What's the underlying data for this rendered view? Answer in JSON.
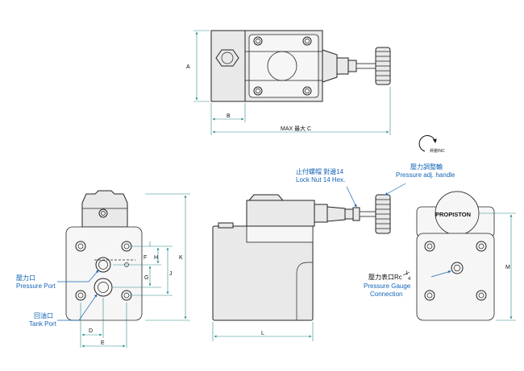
{
  "dimensions": {
    "A": "A",
    "B": "B",
    "max_c": "MAX 最大 C",
    "D": "D",
    "E": "E",
    "F": "F",
    "G": "G",
    "H": "H",
    "J": "J",
    "K": "K",
    "L": "L",
    "M": "M"
  },
  "labels": {
    "pressure_port_cn": "壓力口",
    "pressure_port_en": "Pressure Port",
    "tank_port_cn": "回油口",
    "tank_port_en": "Tank Port",
    "lock_nut_cn": "止付螺帽 對邊14",
    "lock_nut_en": "Lock Nut 14 Hex.",
    "adj_handle_cn": "壓力調整輪",
    "adj_handle_en": "Pressure adj. handle",
    "gauge_cn": "壓力表口Rc",
    "gauge_frac_num": "1",
    "gauge_frac_den": "4",
    "gauge_en_1": "Pressure Gauge",
    "gauge_en_2": "Connection",
    "brand": "PROPISTON",
    "rotation": "昇壓INC"
  }
}
